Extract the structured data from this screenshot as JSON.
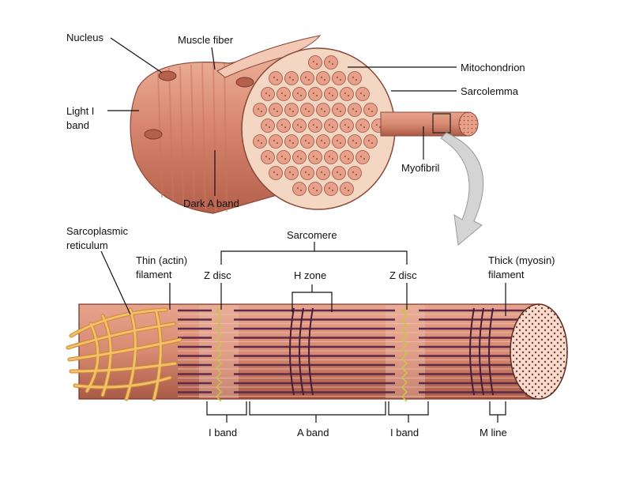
{
  "labels": {
    "nucleus": "Nucleus",
    "muscle_fiber": "Muscle fiber",
    "mitochondrion": "Mitochondrion",
    "sarcolemma": "Sarcolemma",
    "light_i_band_1": "Light I",
    "light_i_band_2": "band",
    "myofibril": "Myofibril",
    "dark_a_band": "Dark A band",
    "sarcoplasmic_1": "Sarcoplasmic",
    "sarcoplasmic_2": "reticulum",
    "sarcomere": "Sarcomere",
    "thin_1": "Thin (actin)",
    "thin_2": "filament",
    "z_disc_left": "Z disc",
    "h_zone": "H zone",
    "z_disc_right": "Z disc",
    "thick_1": "Thick (myosin)",
    "thick_2": "filament",
    "i_band_left": "I band",
    "a_band": "A band",
    "i_band_right": "I band",
    "m_line": "M line"
  },
  "colors": {
    "fiber": "#d98770",
    "fiber_dark": "#b9614c",
    "fiber_light": "#f2c3ae",
    "myofibril_fill": "#e9a08a",
    "sr": "#f4be6a",
    "sr_edge": "#c98a2e",
    "thick": "#5e2a4a",
    "zline": "#c8c34a",
    "arrow": "#c9c9c9"
  }
}
